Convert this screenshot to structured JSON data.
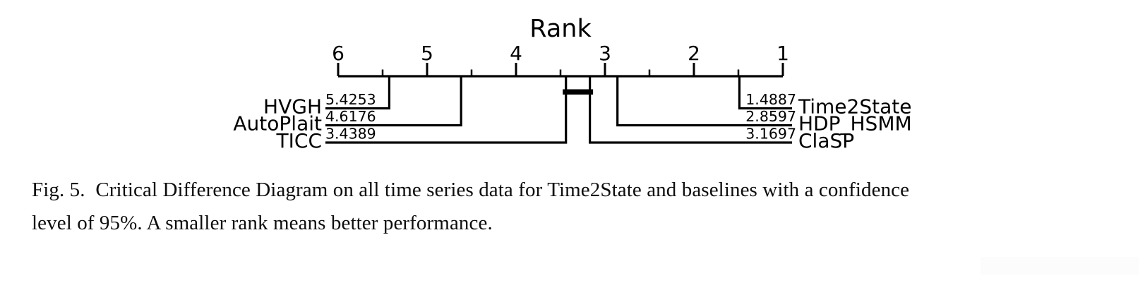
{
  "figure": {
    "caption": {
      "lines": [
        "Fig. 5.  Critical Difference Diagram on all time series data for Time2State and baselines with a confidence",
        "level of 95%. A smaller rank means better performance."
      ]
    }
  },
  "chart_data": {
    "type": "critical_difference_diagram",
    "title": "Rank",
    "axis": {
      "min": 1,
      "max": 6,
      "major_ticks": [
        6,
        5,
        4,
        3,
        2,
        1
      ],
      "minor_tick_step": 0.5,
      "direction": "rank decreases left-to-right (best rank 1 on the right)"
    },
    "methods_left": [
      {
        "name": "HVGH",
        "rank": 5.4253,
        "rank_label": "5.4253"
      },
      {
        "name": "AutoPlait",
        "rank": 4.6176,
        "rank_label": "4.6176"
      },
      {
        "name": "TICC",
        "rank": 3.4389,
        "rank_label": "3.4389"
      }
    ],
    "methods_right": [
      {
        "name": "Time2State",
        "rank": 1.4887,
        "rank_label": "1.4887"
      },
      {
        "name": "HDP_HSMM",
        "rank": 2.8597,
        "rank_label": "2.8597"
      },
      {
        "name": "ClaSP",
        "rank": 3.1697,
        "rank_label": "3.1697"
      }
    ],
    "cliques": [
      {
        "members": [
          "ClaSP",
          "TICC"
        ],
        "rank_span": [
          3.1697,
          3.4389
        ]
      }
    ],
    "ink_color": "#000000"
  }
}
